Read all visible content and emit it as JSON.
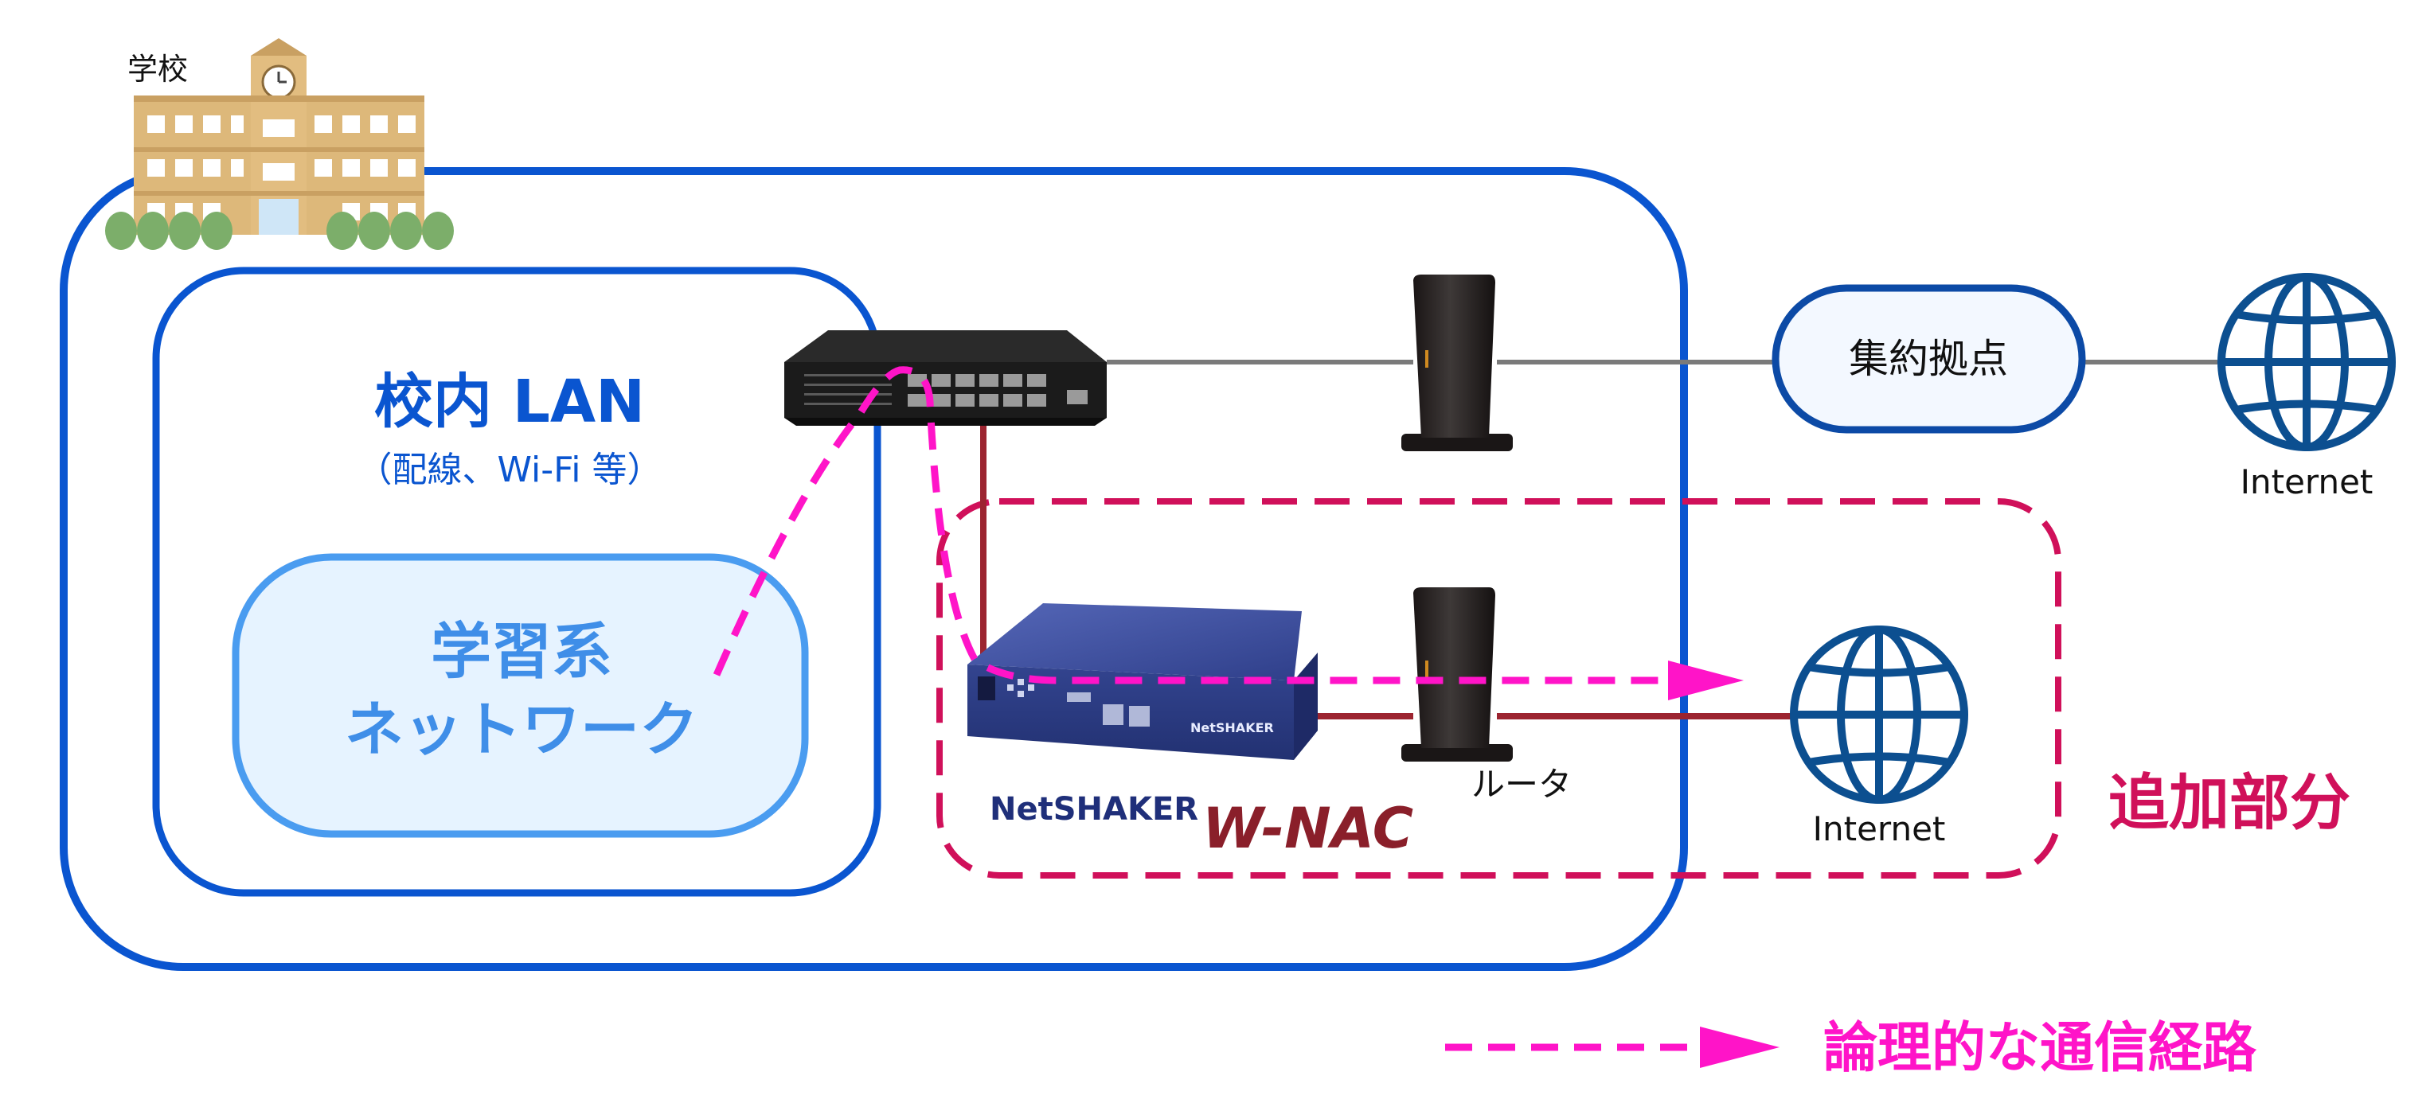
{
  "labels": {
    "school": "学校",
    "campus_lan_title": "校内 LAN",
    "campus_lan_subtitle": "（配線、Wi-Fi 等）",
    "learning_network_line1": "学習系",
    "learning_network_line2": "ネットワーク",
    "aggregation_point": "集約拠点",
    "internet_top": "Internet",
    "internet_bottom": "Internet",
    "router": "ルータ",
    "added_part": "追加部分",
    "product_brand": "NetSHAKER",
    "product_model": "W-NAC",
    "device_badge": "NetSHAKER",
    "legend_logical_path": "論理的な通信経路"
  },
  "icons": {
    "school_building": "school-building-icon",
    "switch": "network-switch-icon",
    "router": "router-icon",
    "appliance": "nac-appliance-icon",
    "globe": "globe-icon"
  },
  "colors": {
    "campus_border": "#0a55d0",
    "learning_net_border": "#4a9cf0",
    "learning_net_fill": "#e6f3ff",
    "learning_net_text": "#3f8ee8",
    "aggregation_border": "#0c4aa6",
    "gray_line": "#7a7a7a",
    "red_line": "#9c2430",
    "added_part": "#d0105a",
    "logical_path": "#ff14c8",
    "globe": "#0c4f90",
    "appliance": "#3d4f9c"
  }
}
